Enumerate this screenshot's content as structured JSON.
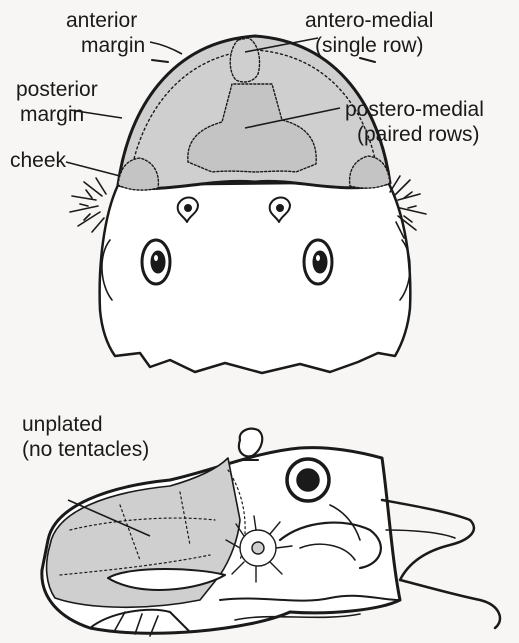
{
  "colors": {
    "background": "#f7f6f4",
    "ink": "#1a1a1a",
    "plate_fill": "#cfcfcf",
    "skin_fill": "#ffffff"
  },
  "top_view": {
    "labels": {
      "anterior_margin": [
        "anterior",
        "margin"
      ],
      "antero_medial": [
        "antero-medial",
        "(single row)"
      ],
      "posterior_margin": [
        "posterior",
        "margin"
      ],
      "postero_medial": [
        "postero-medial",
        "(paired rows)"
      ],
      "cheek": [
        "cheek"
      ]
    }
  },
  "side_view": {
    "labels": {
      "unplated": [
        "unplated",
        "(no tentacles)"
      ]
    }
  }
}
